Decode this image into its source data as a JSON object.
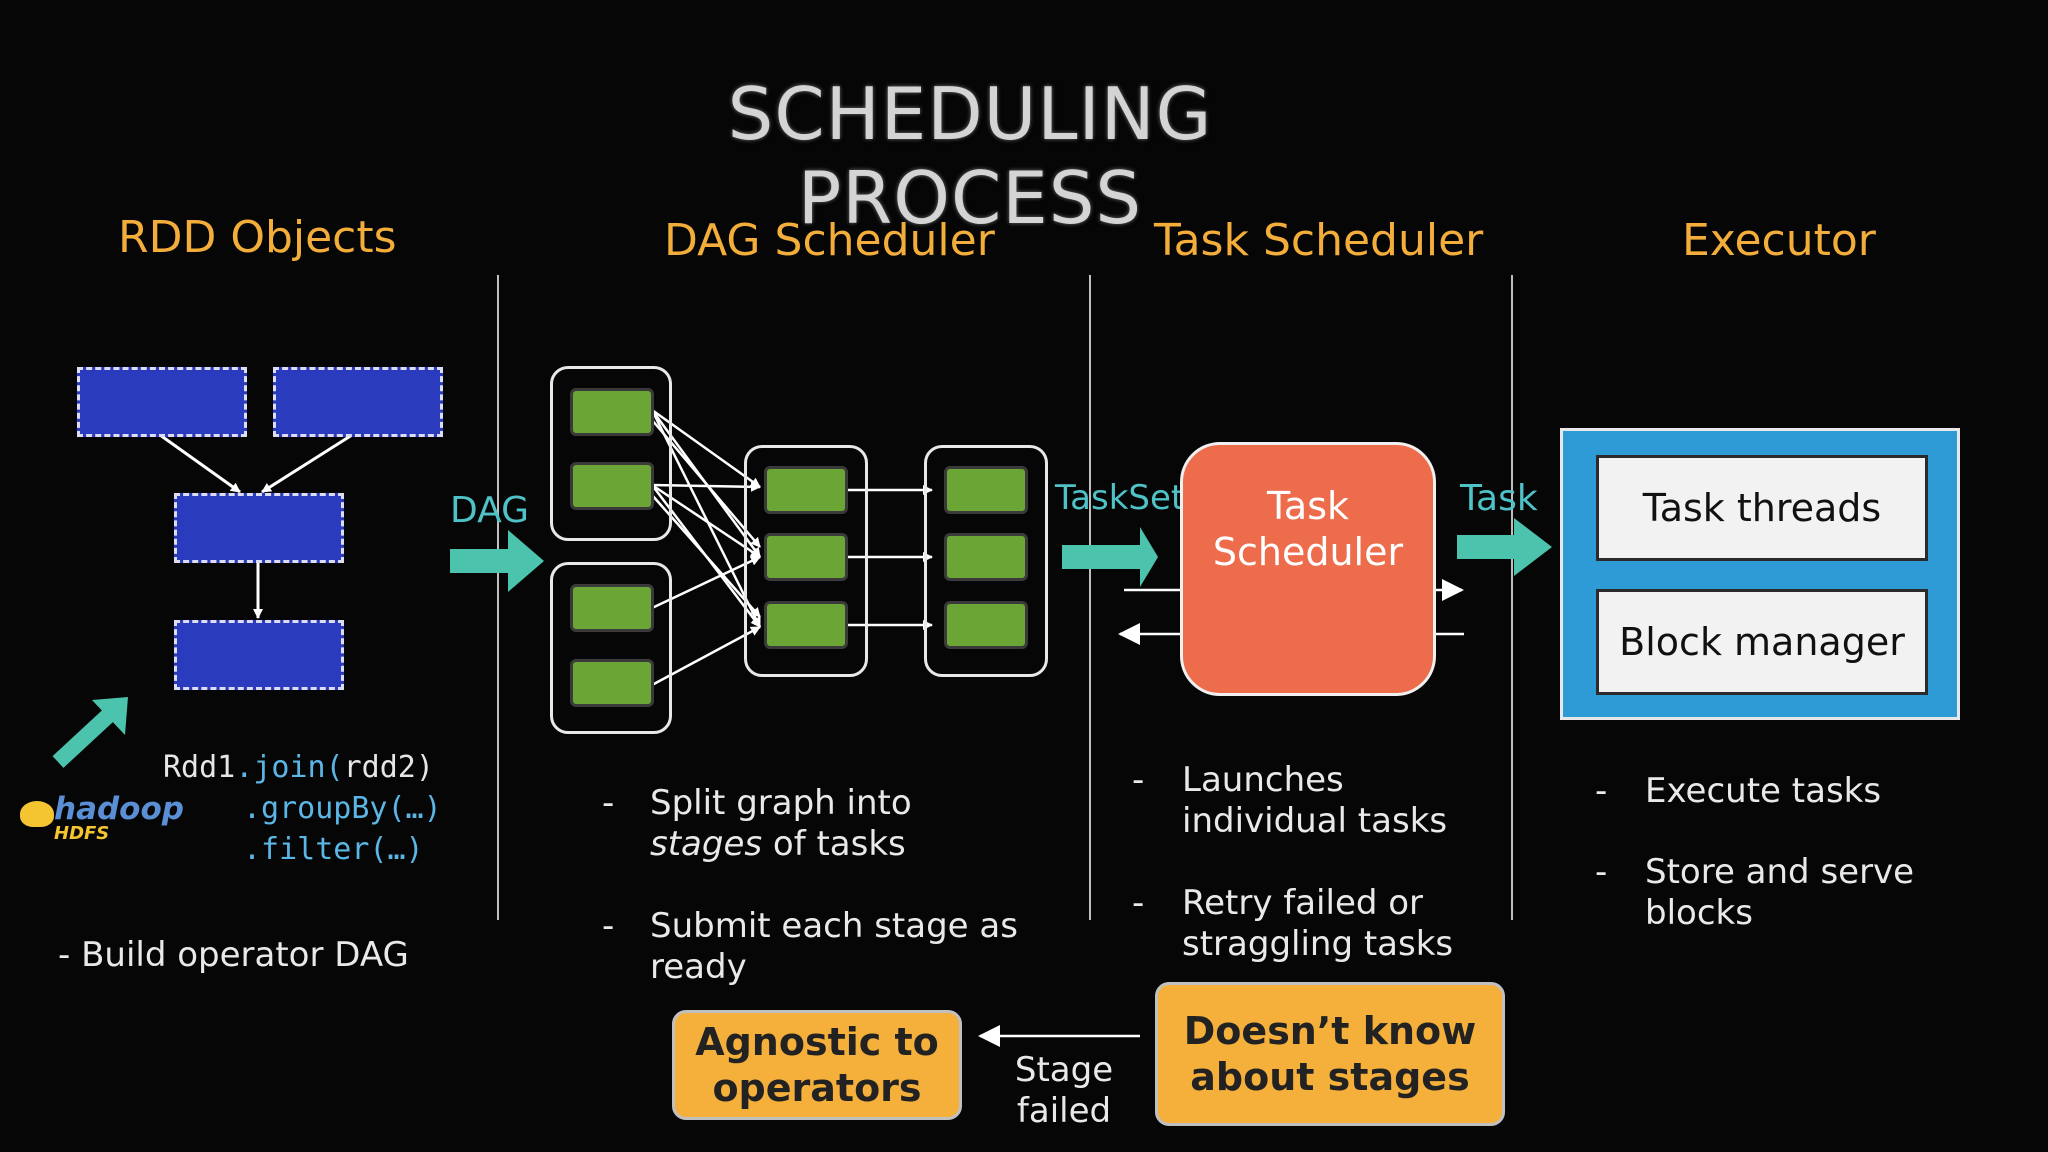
{
  "title": "SCHEDULING PROCESS",
  "columns": {
    "rdd": "RDD Objects",
    "dag": "DAG Scheduler",
    "task": "Task Scheduler",
    "executor": "Executor"
  },
  "flow_labels": {
    "dag": "DAG",
    "taskset": "TaskSet",
    "task": "Task"
  },
  "hadoop": {
    "logo_text": "hadoop",
    "sub_text": "HDFS"
  },
  "code": {
    "line1_obj": "Rdd1",
    "line1_method": ".join(",
    "line1_arg": "rdd2)",
    "line2_method": ".groupBy(…)",
    "line3_method": ".filter(…)"
  },
  "rdd_note": "- Build operator DAG",
  "dag_bullets": {
    "b1_line1": "Split graph into",
    "b1_italic": "stages",
    "b1_rest": " of tasks",
    "b2_line1": "Submit each stage as",
    "b2_line2": "ready"
  },
  "task_box": {
    "line1": "Task",
    "line2": "Scheduler"
  },
  "task_bullets": {
    "b1_line1": "Launches",
    "b1_line2": "individual tasks",
    "b2_line1": "Retry failed or",
    "b2_line2": "straggling tasks"
  },
  "executor_box": {
    "item1": "Task threads",
    "item2": "Block manager"
  },
  "executor_bullets": {
    "b1": "Execute tasks",
    "b2_line1": "Store and serve",
    "b2_line2": "blocks"
  },
  "dash": "-",
  "callouts": {
    "agnostic_line1": "Agnostic to",
    "agnostic_line2": "operators",
    "doesnt_line1": "Doesn’t know",
    "doesnt_line2": "about stages",
    "stage_failed_line1": "Stage",
    "stage_failed_line2": "failed"
  },
  "colors": {
    "heading": "#f3ad3a",
    "rdd_box": "#2a3bbd",
    "task_green": "#6aa535",
    "arrow_teal": "#4cc4ad",
    "task_scheduler": "#ec6c4b",
    "executor_blue": "#2e9bd6",
    "callout_orange": "#f5b03c"
  }
}
